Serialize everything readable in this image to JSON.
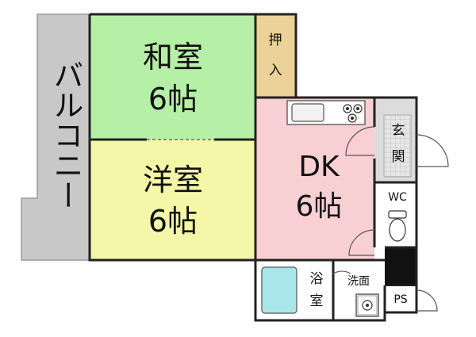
{
  "rooms": {
    "washitsu": {
      "name": "和室",
      "size": "6帖"
    },
    "youshitsu": {
      "name": "洋室",
      "size": "6帖"
    },
    "dk": {
      "name": "DK",
      "size": "6帖"
    },
    "oshiire": {
      "char1": "押",
      "char2": "入"
    },
    "balcony": {
      "label": "バルコニー"
    },
    "genkan": {
      "char1": "玄",
      "char2": "関"
    },
    "wc": {
      "label": "WC"
    },
    "yokushitsu": {
      "char1": "浴",
      "char2": "室"
    },
    "senmen": {
      "label": "洗面"
    },
    "ps": {
      "label": "PS"
    }
  },
  "colors": {
    "washitsu": "#b6f0a6",
    "youshitsu": "#f4f7a8",
    "dk": "#f8cfd3",
    "oshiire": "#ecd199",
    "balcony": "#c8c8c8",
    "genkan": "#dcdcdc",
    "bath": "#a8e6ea",
    "ps": "#111111",
    "wall": "#222222"
  }
}
